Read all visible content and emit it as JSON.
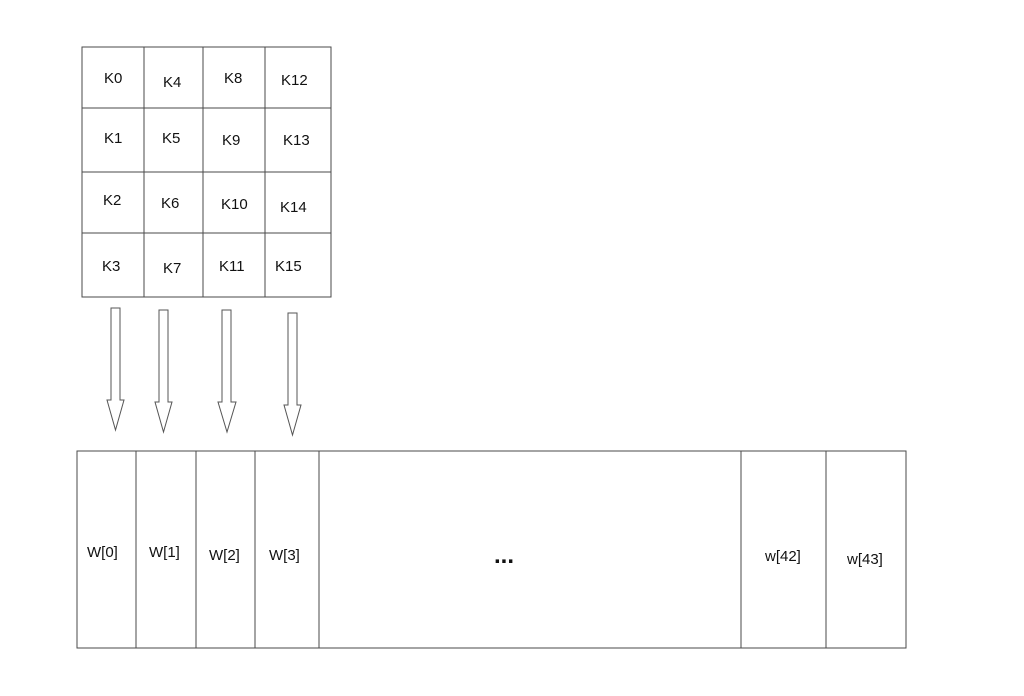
{
  "key_matrix": {
    "rows": [
      [
        "K0",
        "K4",
        "K8",
        "K12"
      ],
      [
        "K1",
        "K5",
        "K9",
        "K13"
      ],
      [
        "K2",
        "K6",
        "K10",
        "K14"
      ],
      [
        "K3",
        "K7",
        "K11",
        "K15"
      ]
    ]
  },
  "word_array": {
    "cells": [
      "W[0]",
      "W[1]",
      "W[2]",
      "W[3]",
      "...",
      "w[42]",
      "w[43]"
    ]
  }
}
